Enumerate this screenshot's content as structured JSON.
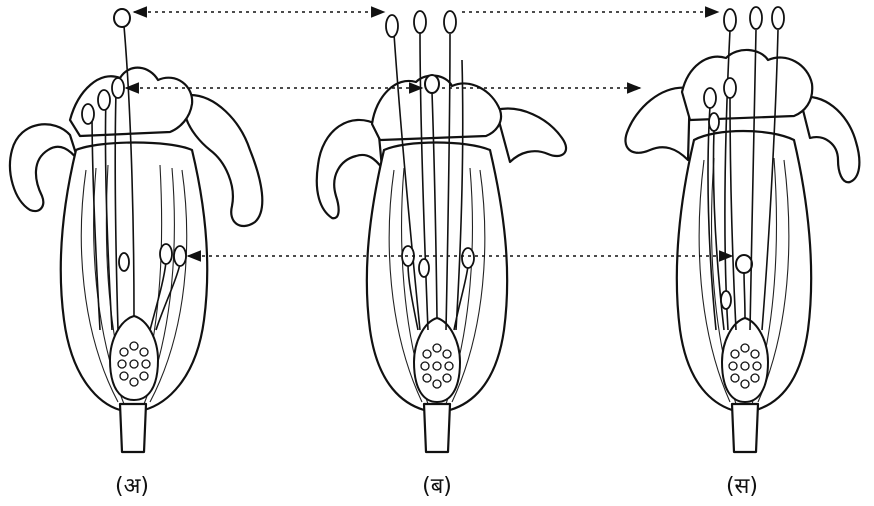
{
  "figure": {
    "captions": [
      "(अ)",
      "(ब)",
      "(स)"
    ]
  },
  "flowers": [
    {
      "name": "flower-a",
      "stigma_level": "long",
      "anther_levels": [
        "mid",
        "short"
      ]
    },
    {
      "name": "flower-b",
      "stigma_level": "mid",
      "anther_levels": [
        "long",
        "short"
      ]
    },
    {
      "name": "flower-c",
      "stigma_level": "short",
      "anther_levels": [
        "long",
        "mid"
      ]
    }
  ],
  "colors": {
    "ink": "#111111",
    "paper": "#ffffff"
  }
}
